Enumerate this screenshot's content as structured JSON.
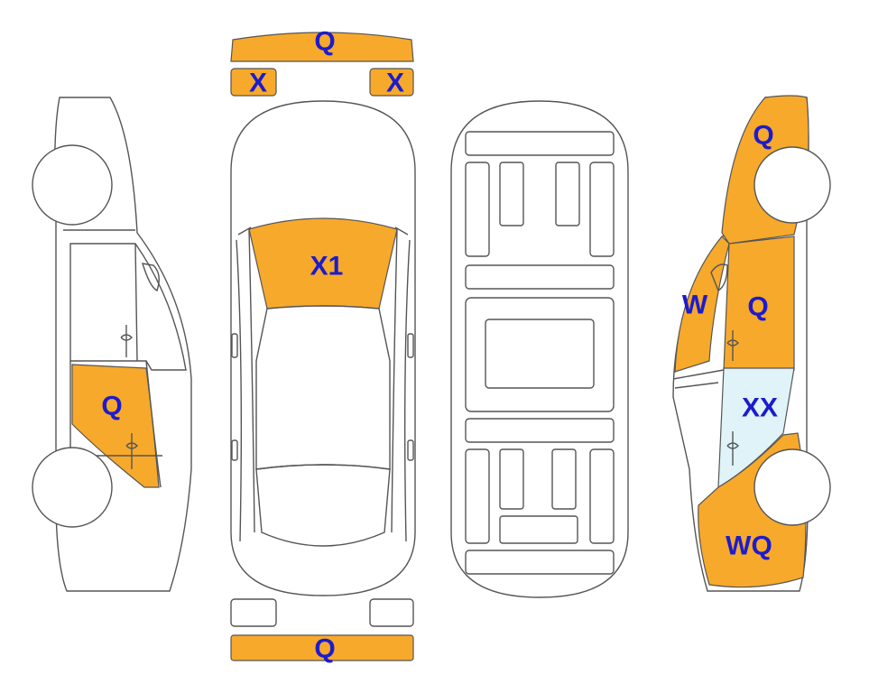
{
  "colors": {
    "damage": "#f7a92c",
    "glass_damage": "#dff3f8",
    "label": "#1c1ccc",
    "outline": "#555555"
  },
  "labels": {
    "front_bumper": "Q",
    "front_left_headlight": "X",
    "front_right_headlight": "X",
    "windshield": "X1",
    "rear_bumper": "Q",
    "left_rear_door": "Q",
    "right_rear_quarter": "Q",
    "right_a_pillar": "W",
    "right_front_door": "Q",
    "right_front_window": "XX",
    "right_front_fender": "WQ"
  }
}
